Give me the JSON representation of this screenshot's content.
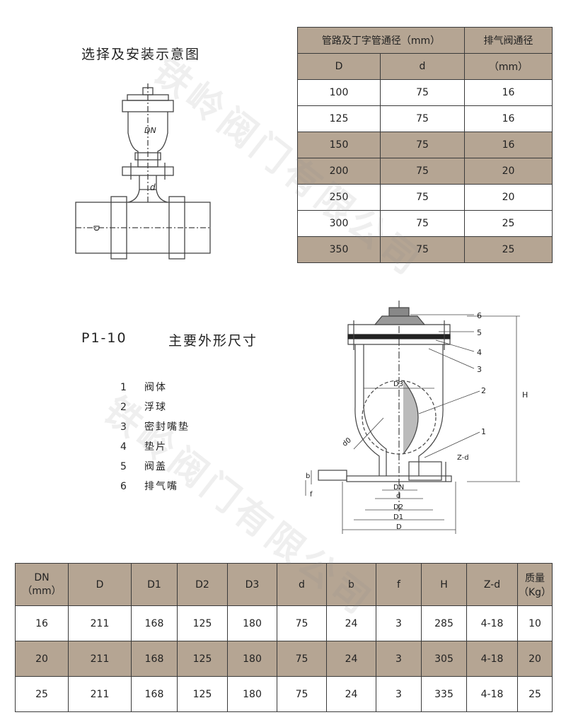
{
  "diagram1": {
    "title": "选择及安装示意图",
    "labels": {
      "dn": "DN",
      "d": "d",
      "D": "D"
    }
  },
  "table1": {
    "header": {
      "col_group": "管路及丁字管通径（mm）",
      "col_exhaust_1": "排气阀通径",
      "col_D": "D",
      "col_d": "d",
      "col_exhaust_2": "（mm）"
    },
    "rows": [
      {
        "D": "100",
        "d": "75",
        "v": "16"
      },
      {
        "D": "125",
        "d": "75",
        "v": "16"
      },
      {
        "D": "150",
        "d": "75",
        "v": "16"
      },
      {
        "D": "200",
        "d": "75",
        "v": "20"
      },
      {
        "D": "250",
        "d": "75",
        "v": "20"
      },
      {
        "D": "300",
        "d": "75",
        "v": "25"
      },
      {
        "D": "350",
        "d": "75",
        "v": "25"
      }
    ]
  },
  "section2": {
    "model": "P1-10",
    "title": "主要外形尺寸"
  },
  "parts": [
    {
      "num": "1",
      "name": "阀体"
    },
    {
      "num": "2",
      "name": "浮球"
    },
    {
      "num": "3",
      "name": "密封嘴垫"
    },
    {
      "num": "4",
      "name": "垫片"
    },
    {
      "num": "5",
      "name": "阀盖"
    },
    {
      "num": "6",
      "name": "排气嘴"
    }
  ],
  "diagram2": {
    "labels": {
      "p6": "6",
      "p5": "5",
      "p4": "4",
      "p3": "3",
      "p2": "2",
      "p1": "1",
      "H": "H",
      "D3": "D3",
      "d0": "d0",
      "zd": "Z-d",
      "b": "b",
      "f": "f",
      "DN": "DN",
      "d": "d",
      "D2": "D2",
      "D1": "D1",
      "D": "D"
    }
  },
  "table2": {
    "headers": [
      {
        "l1": "DN",
        "l2": "（mm）"
      },
      {
        "l1": "D",
        "l2": ""
      },
      {
        "l1": "D1",
        "l2": ""
      },
      {
        "l1": "D2",
        "l2": ""
      },
      {
        "l1": "D3",
        "l2": ""
      },
      {
        "l1": "d",
        "l2": ""
      },
      {
        "l1": "b",
        "l2": ""
      },
      {
        "l1": "f",
        "l2": ""
      },
      {
        "l1": "H",
        "l2": ""
      },
      {
        "l1": "Z-d",
        "l2": ""
      },
      {
        "l1": "质量",
        "l2": "（Kg）"
      }
    ],
    "rows": [
      [
        "16",
        "211",
        "168",
        "125",
        "180",
        "75",
        "24",
        "3",
        "285",
        "4-18",
        "10"
      ],
      [
        "20",
        "211",
        "168",
        "125",
        "180",
        "75",
        "24",
        "3",
        "305",
        "4-18",
        "20"
      ],
      [
        "25",
        "211",
        "168",
        "125",
        "180",
        "75",
        "24",
        "3",
        "335",
        "4-18",
        "25"
      ]
    ]
  },
  "watermark": {
    "text": "铁岭阀门有限公司"
  },
  "colors": {
    "band": "#b5a593",
    "line": "#3a3a3a"
  }
}
